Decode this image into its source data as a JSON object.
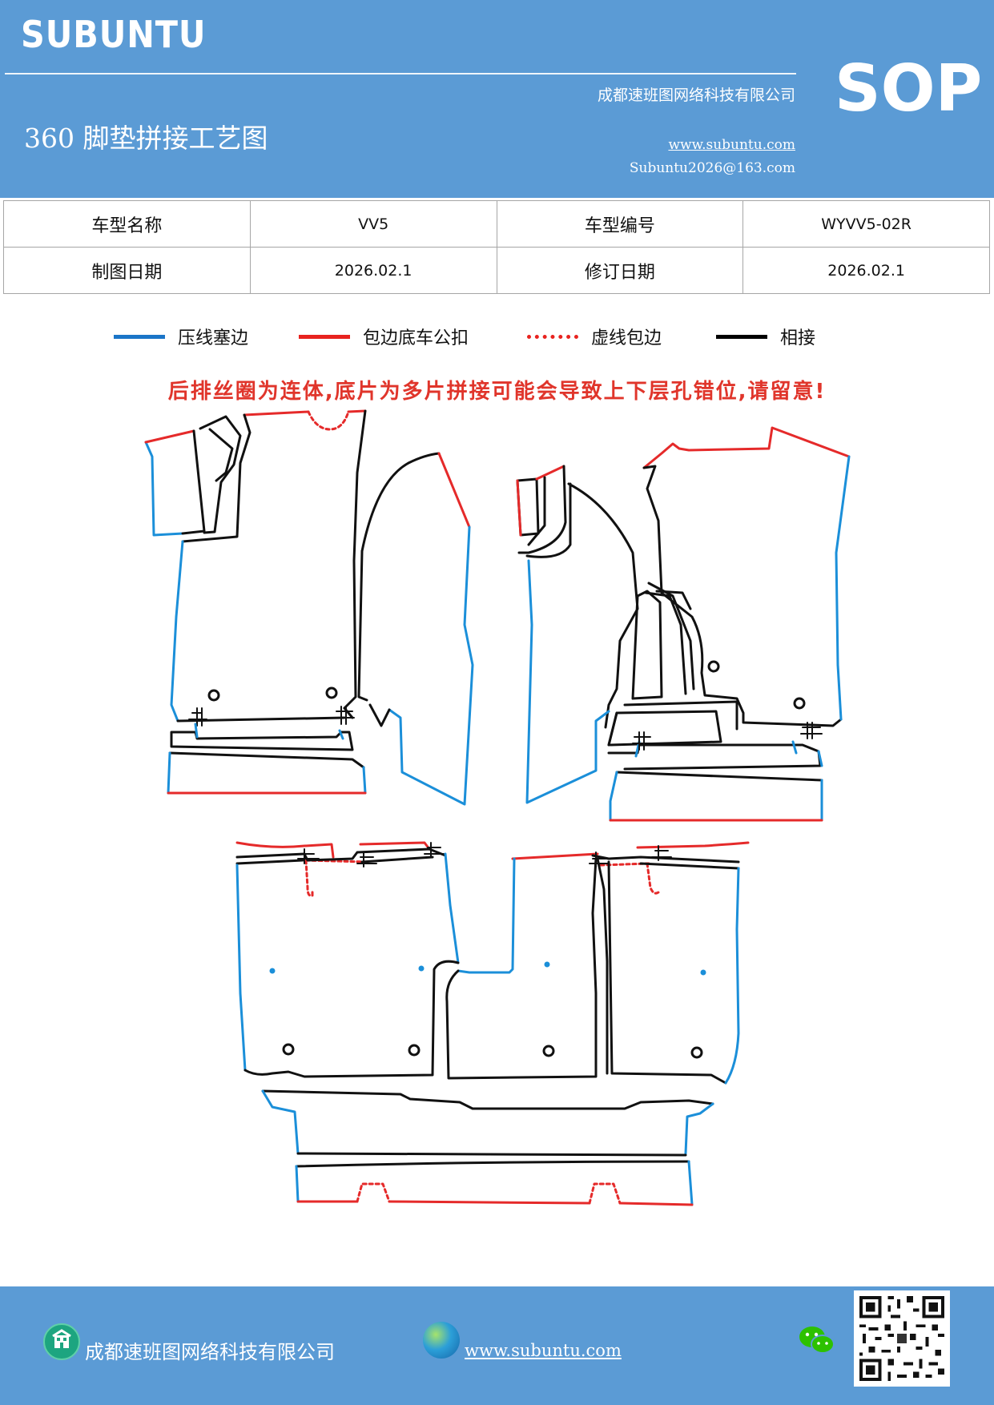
{
  "header": {
    "brand": "SUBUNTU",
    "company": "成都速班图网络科技有限公司",
    "title": "360 脚垫拼接工艺图",
    "website": "www.subuntu.com",
    "email": "Subuntu2026@163.com",
    "badge": "SOP"
  },
  "info": {
    "model_name_label": "车型名称",
    "model_name": "VV5",
    "model_code_label": "车型编号",
    "model_code": "WYVV5-02R",
    "draw_date_label": "制图日期",
    "draw_date": "2026.02.1",
    "revise_date_label": "修订日期",
    "revise_date": "2026.02.1"
  },
  "legend": [
    {
      "label": "压线塞边",
      "color": "#1b75c8",
      "style": "solid"
    },
    {
      "label": "包边底车公扣",
      "color": "#e8231f",
      "style": "solid"
    },
    {
      "label": "虚线包边",
      "color": "#e8231f",
      "style": "dotted"
    },
    {
      "label": "相接",
      "color": "#000000",
      "style": "solid"
    }
  ],
  "warning": "后排丝圈为连体,底片为多片拼接可能会导致上下层孔错位,请留意!",
  "colors": {
    "header_bg": "#5b9bd5",
    "edge_blue": "#1b8fd9",
    "edge_red": "#e52a2a",
    "joint_black": "#111111"
  },
  "footer": {
    "company": "成都速班图网络科技有限公司",
    "website": "www.subuntu.com",
    "company_icon": "building-icon",
    "globe_icon": "globe-icon",
    "wechat_icon": "wechat-icon",
    "qr": "qr-code"
  }
}
